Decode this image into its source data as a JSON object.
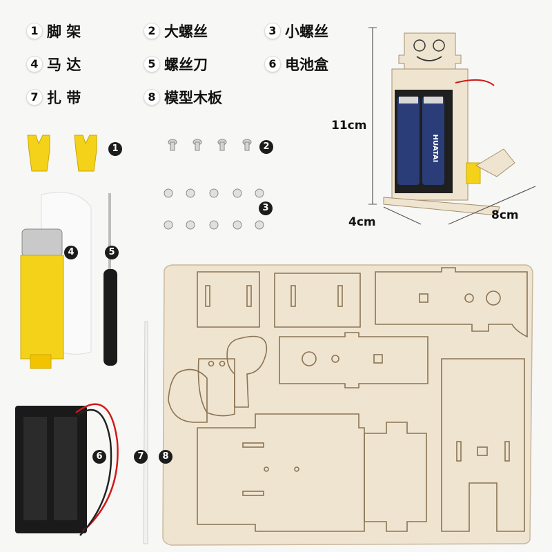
{
  "legend": [
    {
      "num": "1",
      "label": "脚 架"
    },
    {
      "num": "2",
      "label": "大螺丝"
    },
    {
      "num": "3",
      "label": "小螺丝"
    },
    {
      "num": "4",
      "label": "马 达"
    },
    {
      "num": "5",
      "label": "螺丝刀"
    },
    {
      "num": "6",
      "label": "电池盒"
    },
    {
      "num": "7",
      "label": "扎 带"
    },
    {
      "num": "8",
      "label": "模型木板"
    }
  ],
  "dimensions": {
    "height": "11cm",
    "depth": "4cm",
    "width": "8cm"
  },
  "badges": [
    "1",
    "2",
    "3",
    "4",
    "5",
    "6",
    "7",
    "8"
  ],
  "battery_brand": "HUATAI",
  "colors": {
    "wood": "#efe4d0",
    "yellow": "#f4d21a",
    "badge": "#1c1c1c",
    "black": "#1a1a1a",
    "red_wire": "#d01818"
  }
}
